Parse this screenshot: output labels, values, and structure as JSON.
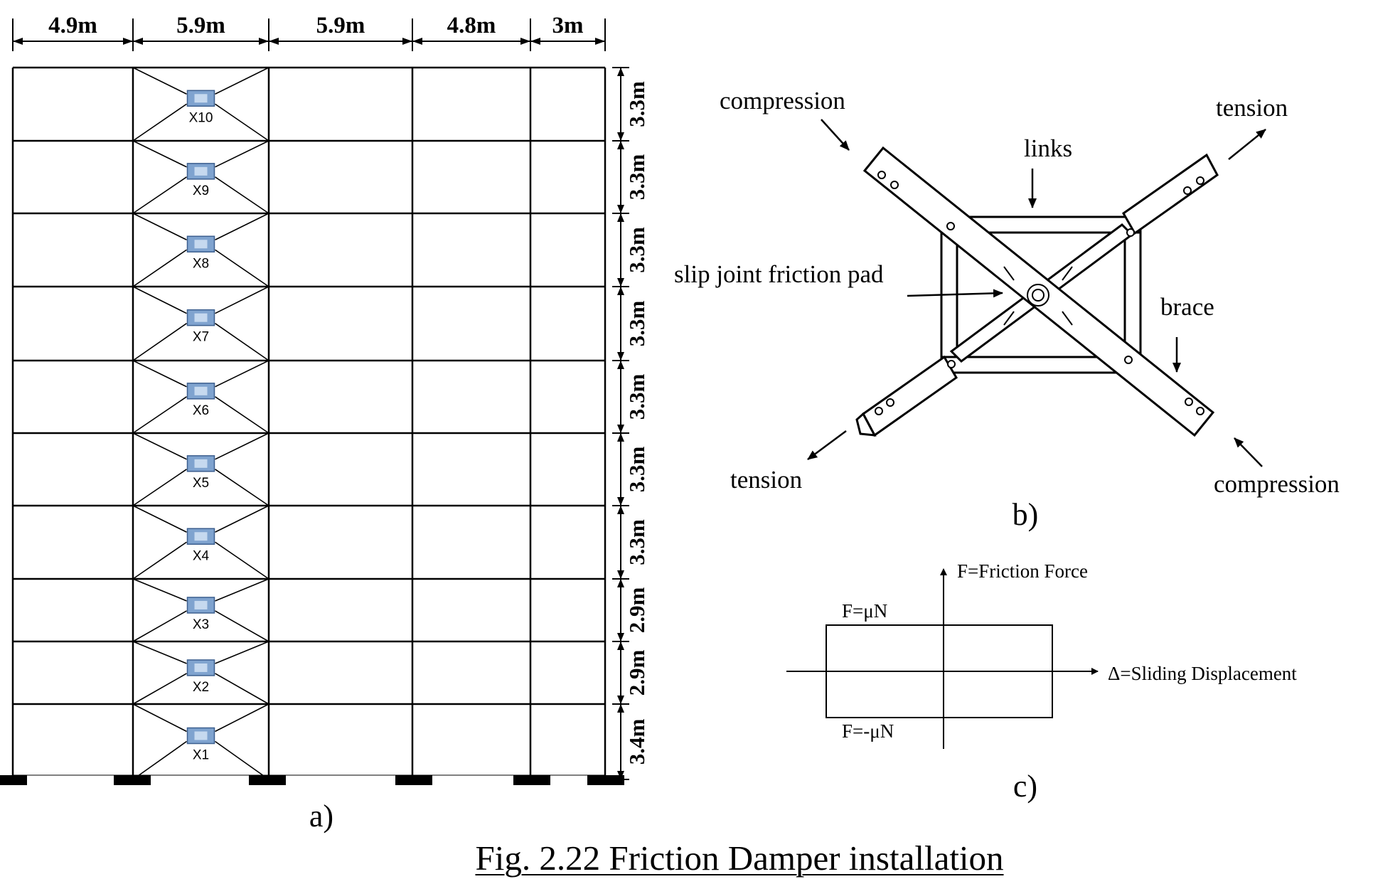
{
  "frame": {
    "bays": [
      "4.9m",
      "5.9m",
      "5.9m",
      "4.8m",
      "3m"
    ],
    "storeys": [
      "3.3m",
      "3.3m",
      "3.3m",
      "3.3m",
      "3.3m",
      "3.3m",
      "3.3m",
      "2.9m",
      "2.9m",
      "3.4m"
    ],
    "dampers": [
      "X10",
      "X9",
      "X8",
      "X7",
      "X6",
      "X5",
      "X4",
      "X3",
      "X2",
      "X1"
    ],
    "label": "a)"
  },
  "damper": {
    "compression_top": "compression",
    "compression_bottom": "compression",
    "tension_top": "tension",
    "tension_bottom": "tension",
    "links": "links",
    "pad": "slip joint friction pad",
    "brace": "brace",
    "label": "b)"
  },
  "hysteresis": {
    "y_axis": "F=Friction Force",
    "x_axis": "Δ=Sliding Displacement",
    "top_level": "F=μN",
    "bottom_level": "F=-μN",
    "label": "c)"
  },
  "caption": "Fig. 2.22 Friction Damper installation"
}
